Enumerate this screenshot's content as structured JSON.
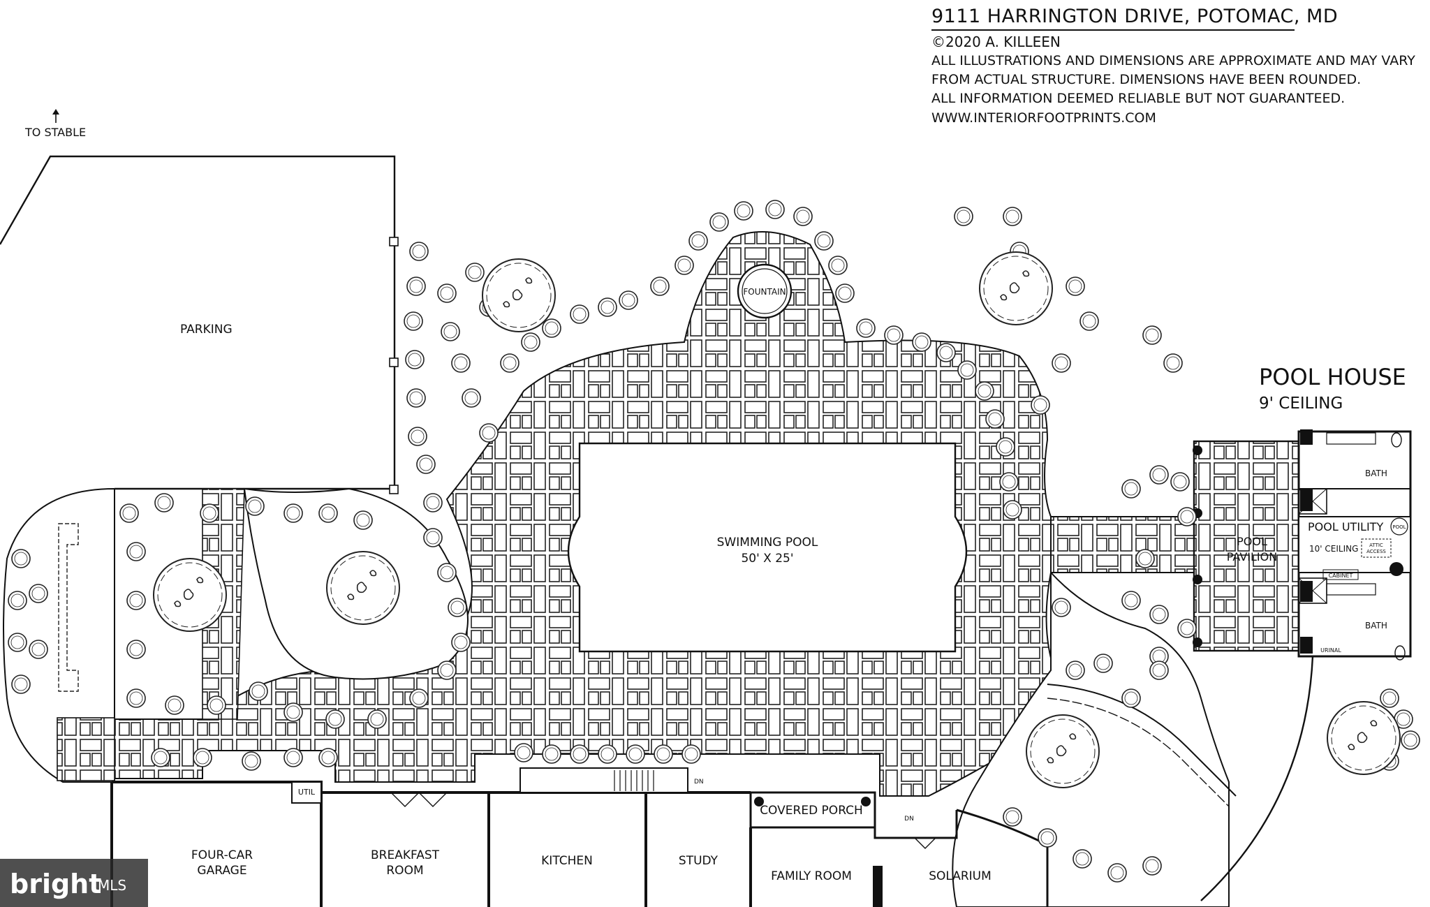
{
  "header": {
    "title": "9111 HARRINGTON DRIVE, POTOMAC, MD",
    "copyright": "©2020 A. KILLEEN",
    "disclaimer_1": "ALL ILLUSTRATIONS AND DIMENSIONS ARE APPROXIMATE AND MAY VARY",
    "disclaimer_2": "FROM ACTUAL STRUCTURE. DIMENSIONS HAVE BEEN ROUNDED.",
    "disclaimer_3": "ALL INFORMATION DEEMED RELIABLE BUT NOT GUARANTEED.",
    "website": "WWW.INTERIORFOOTPRINTS.COM"
  },
  "labels": {
    "to_stable": "TO STABLE",
    "parking": "PARKING",
    "fountain": "FOUNTAIN",
    "pool_name": "SWIMMING POOL",
    "pool_size": "50' X 25'",
    "pool_house": "POOL HOUSE",
    "pool_house_ceiling": "9' CEILING",
    "bath_upper": "BATH",
    "bath_lower": "BATH",
    "pool_utility": "POOL UTILITY",
    "pool_badge": "POOL",
    "utility_ceiling": "10' CEILING",
    "attic": "ATTIC",
    "access": "ACCESS",
    "cabinet": "CABINET",
    "urinal": "URINAL",
    "pavilion_1": "POOL",
    "pavilion_2": "PAVILION",
    "covered_porch": "COVERED PORCH",
    "util": "UTIL",
    "dn_1": "DN",
    "dn_2": "DN",
    "garage_1": "FOUR-CAR",
    "garage_2": "GARAGE",
    "breakfast_1": "BREAKFAST",
    "breakfast_2": "ROOM",
    "kitchen": "KITCHEN",
    "study": "STUDY",
    "family_room": "FAMILY ROOM",
    "solarium": "SOLARIUM"
  },
  "watermark": {
    "brand": "bright",
    "suffix": "MLS"
  },
  "colors": {
    "ink": "#111111",
    "paper": "#ffffff"
  }
}
